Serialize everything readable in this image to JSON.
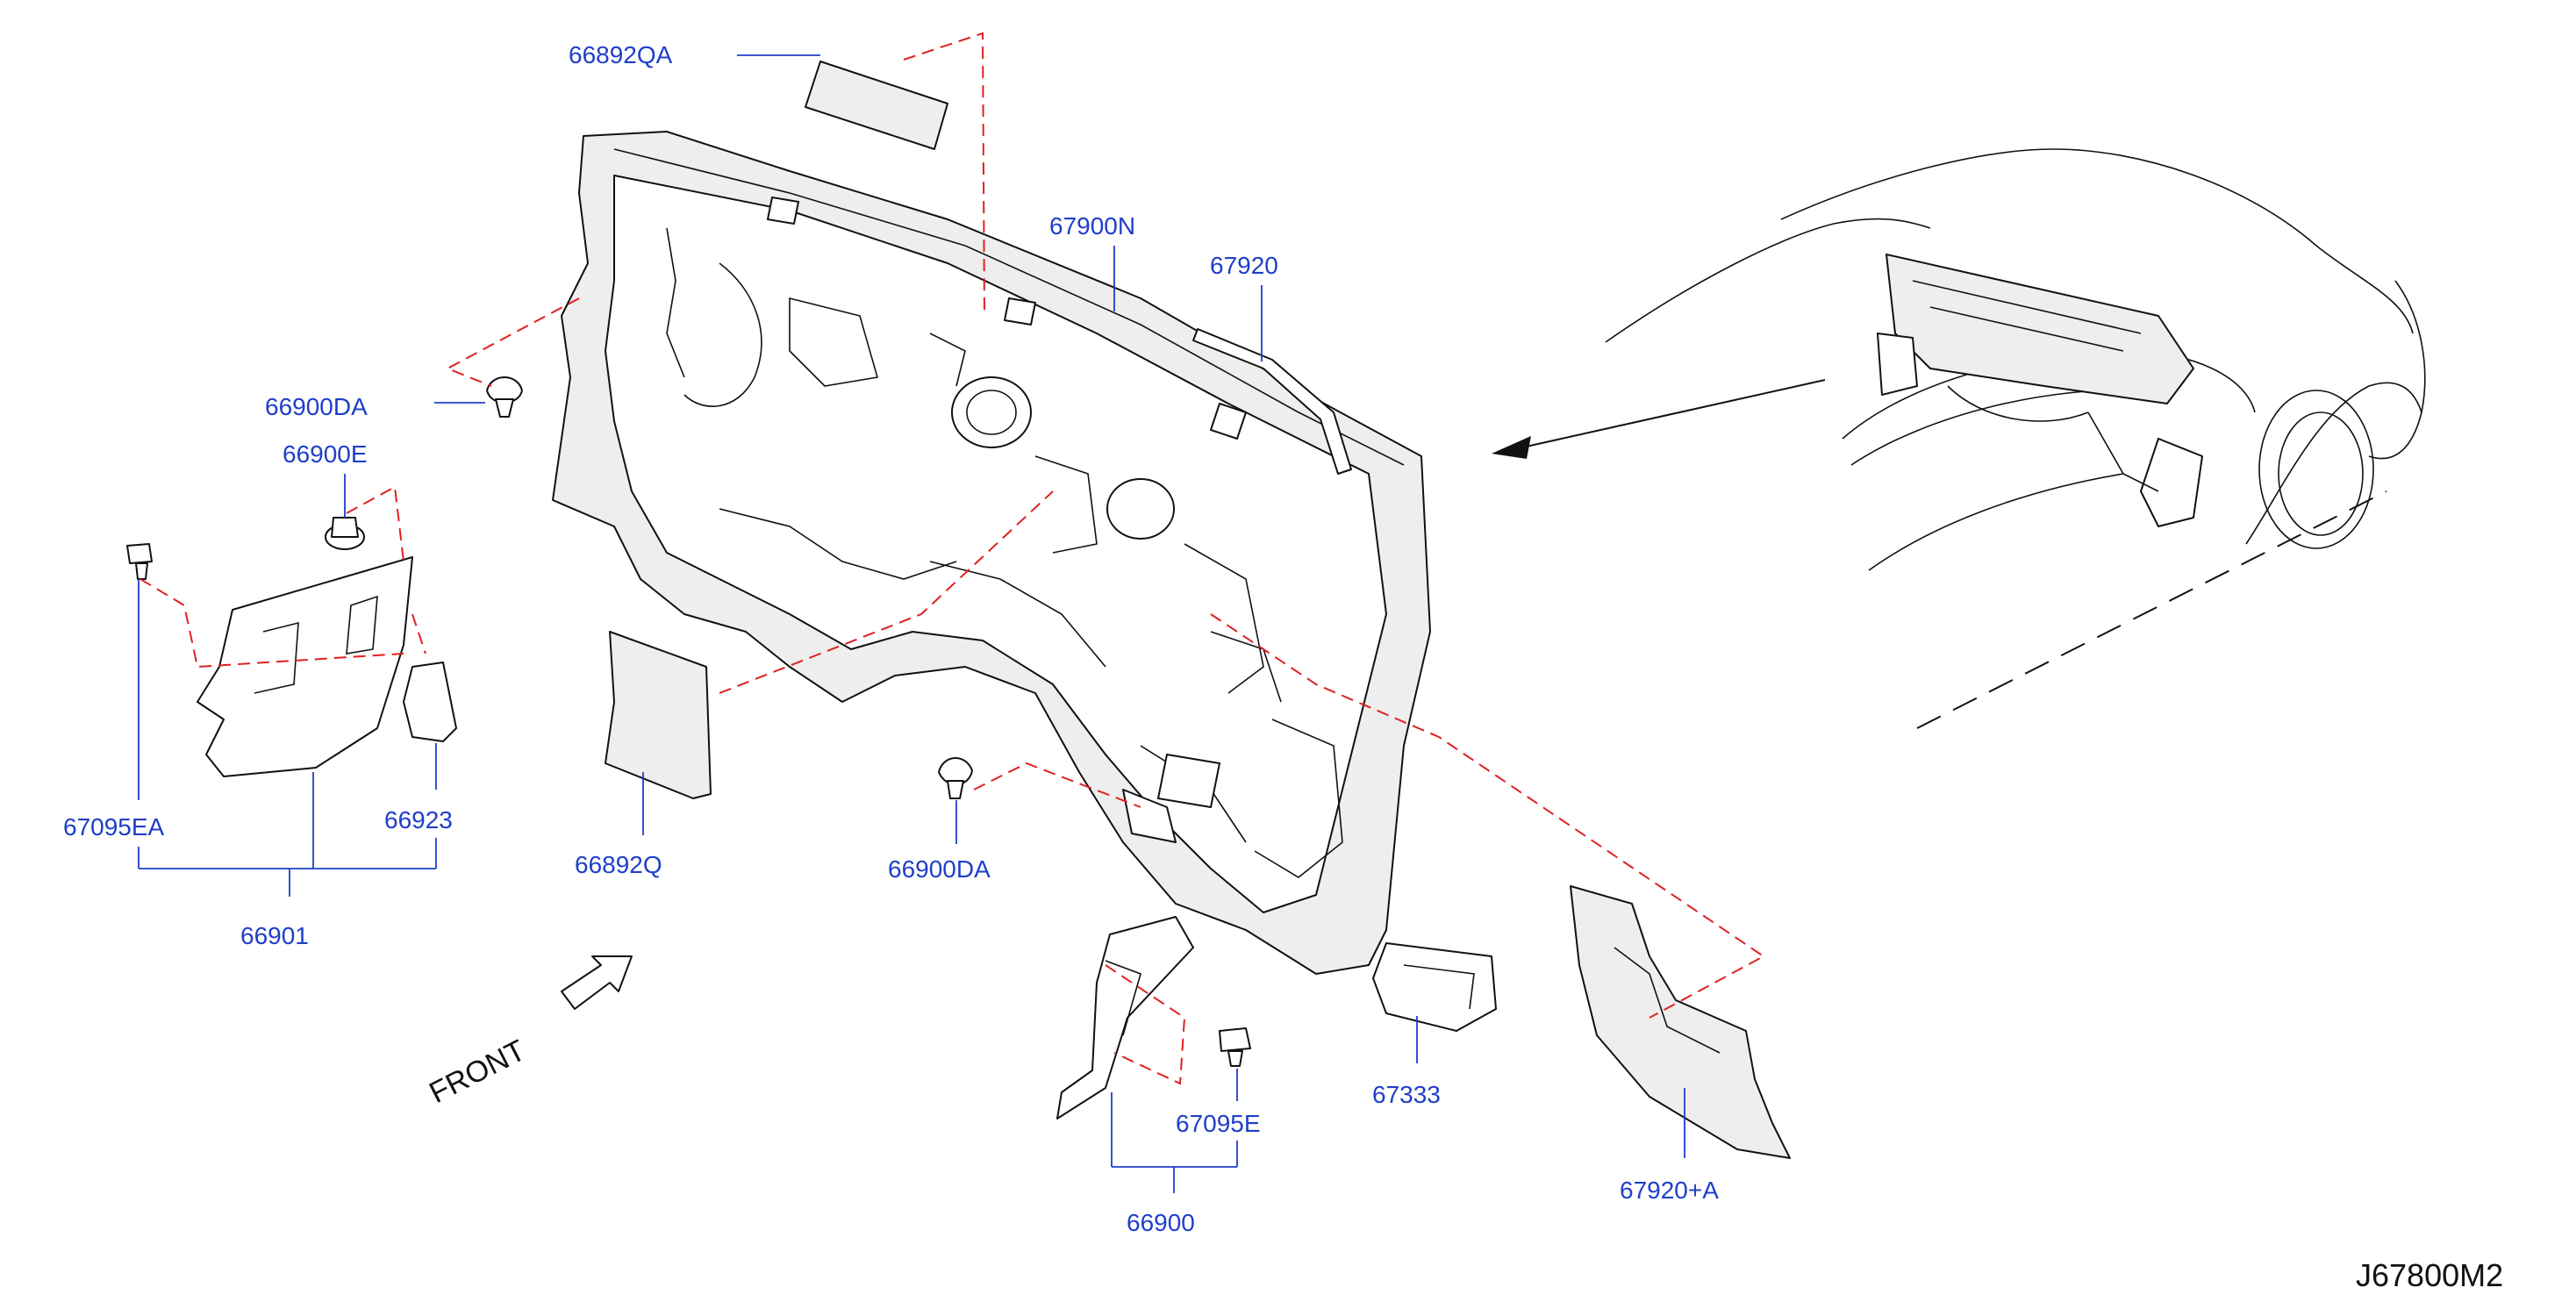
{
  "diagram": {
    "reference_code": "J67800M2",
    "front_label": "FRONT",
    "colors": {
      "label": "#1f3fc9",
      "phantom_line": "#e02020",
      "line_art": "#111111"
    },
    "callouts": {
      "p66892QA": "66892QA",
      "p67900N": "67900N",
      "p67920": "67920",
      "p66900DA_top": "66900DA",
      "p66900E": "66900E",
      "p67095EA": "67095EA",
      "p66923": "66923",
      "p66901": "66901",
      "p66892Q": "66892Q",
      "p66900DA_mid": "66900DA",
      "p67095E": "67095E",
      "p66900": "66900",
      "p67333": "67333",
      "p67920A": "67920+A"
    }
  }
}
